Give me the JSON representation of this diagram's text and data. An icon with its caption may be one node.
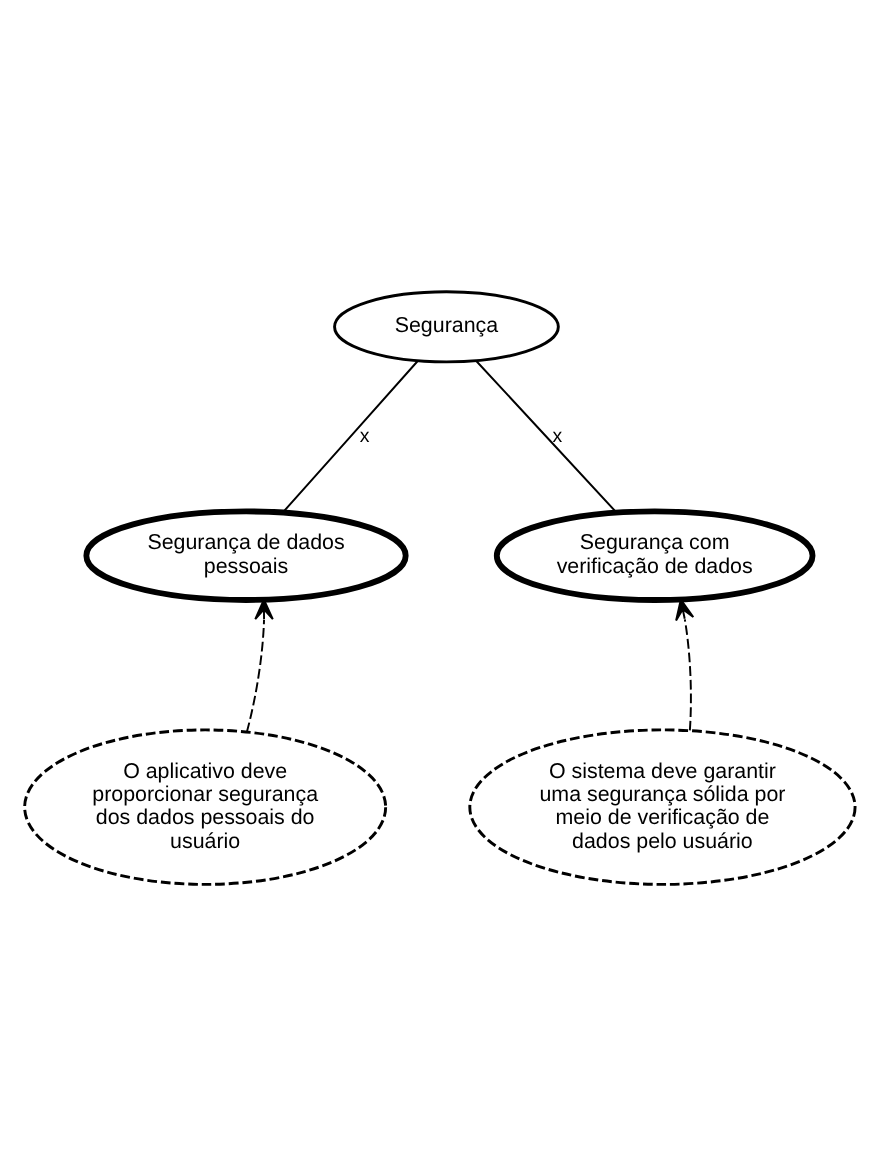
{
  "diagram": {
    "nodes": [
      {
        "text": [
          "Segurança"
        ]
      },
      {
        "text": [
          "Segurança de dados pessoais"
        ]
      },
      {
        "text": [
          "Segurança com verificação de dados"
        ]
      },
      {
        "text": [
          "O aplicativo deve proporcionar segurança dos dados pessoais do usuário"
        ]
      },
      {
        "text": [
          "O sistema deve garantir uma segurança sólida por meio de verificação de dados pelo usuário"
        ]
      }
    ],
    "edges": [
      {
        "from": 0,
        "to": 1,
        "arrow": "none",
        "label": "x"
      },
      {
        "from": 0,
        "to": 2,
        "arrow": "none",
        "label": "x"
      },
      {
        "from": 3,
        "to": 1,
        "arrow": "to",
        "style": "dashed"
      },
      {
        "from": 4,
        "to": 2,
        "arrow": "to",
        "style": "dashed"
      }
    ]
  }
}
